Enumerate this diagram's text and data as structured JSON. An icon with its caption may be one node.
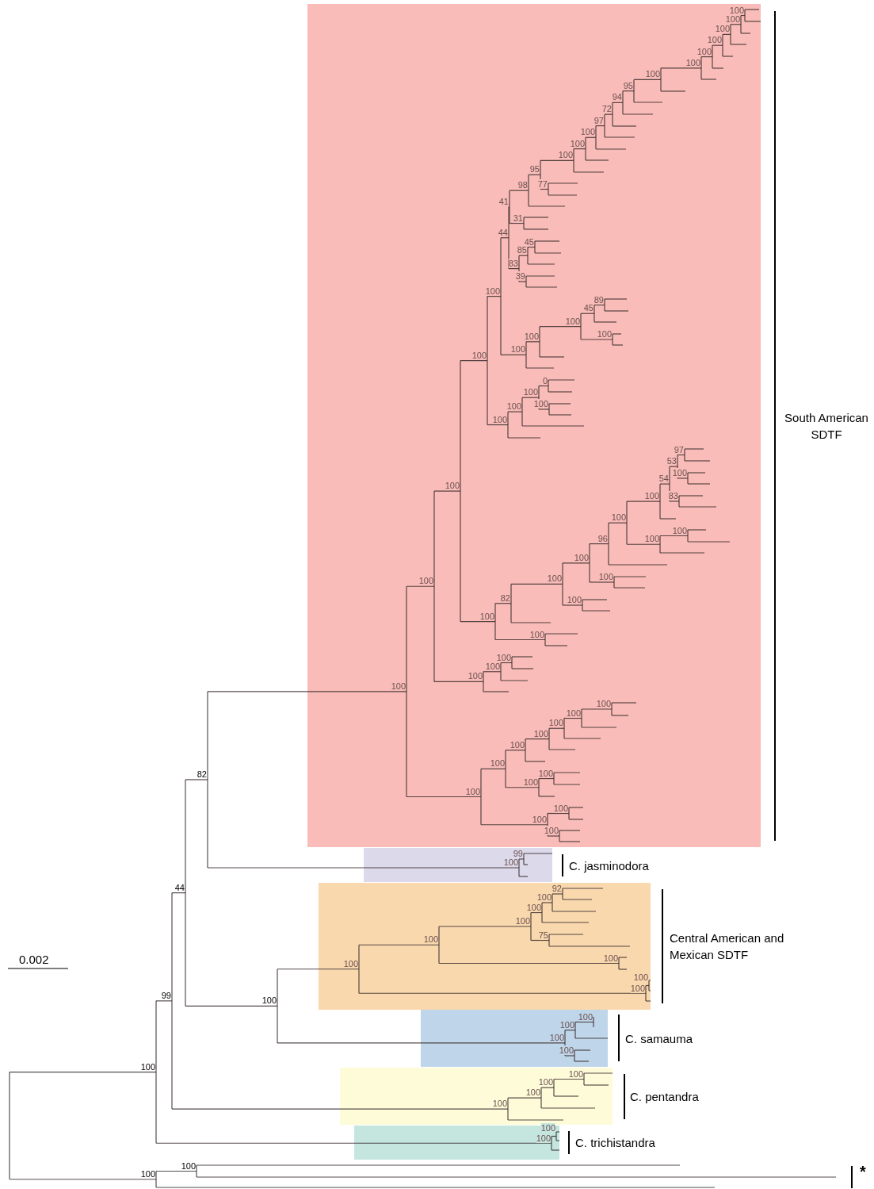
{
  "diagram": {
    "labels": [
      "100",
      "100",
      "100",
      "100",
      "100",
      "100",
      "100",
      "95",
      "94",
      "72",
      "97",
      "100",
      "100",
      "100",
      "95",
      "98",
      "77",
      "41",
      "31",
      "44",
      "45",
      "85",
      "83",
      "39",
      "100",
      "89",
      "45",
      "100",
      "100",
      "100",
      "100",
      "100",
      "0",
      "100",
      "100",
      "100",
      "100",
      "South American SDTF",
      "97",
      "53",
      "100",
      "54",
      "100",
      "100",
      "83",
      "100",
      "100",
      "96",
      "100",
      "100",
      "100",
      "100",
      "100",
      "82",
      "100",
      "100",
      "100",
      "100",
      "100",
      "100",
      "100",
      "100",
      "100",
      "100",
      "100",
      "100",
      "100",
      "100",
      "82",
      "100",
      "100",
      "100",
      "100",
      "100",
      "99",
      "100",
      "C. jasminodora",
      "44",
      "92",
      "100",
      "100",
      "100",
      "75",
      "100",
      "Central American and Mexican SDTF",
      "0.002",
      "100",
      "100",
      "100",
      "100",
      "99",
      "100",
      "100",
      "100",
      "100",
      "C. samauma",
      "100",
      "100",
      "100",
      "100",
      "100",
      "C. pentandra",
      "100",
      "100",
      "100",
      "C. trichistandra",
      "100",
      "*",
      "100"
    ]
  }
}
